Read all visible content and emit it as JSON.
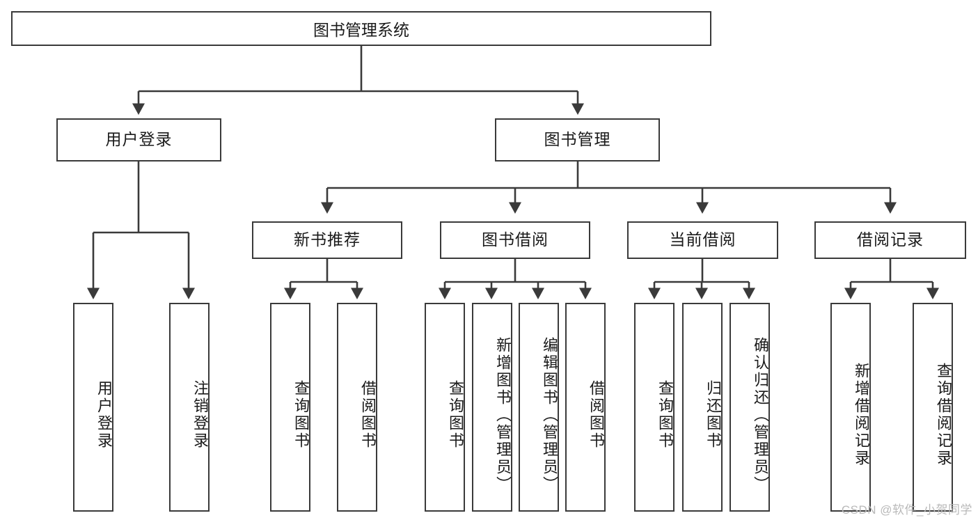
{
  "diagram": {
    "title": "图书管理系统",
    "type": "tree",
    "watermark": "CSDN @软件_小贺同学",
    "colors": {
      "box_border": "#3a3a3a",
      "box_fill": "#ffffff",
      "edge": "#3a3a3a",
      "text": "#1a1a1a",
      "watermark": "#b9b9b9"
    },
    "nodes": {
      "root": {
        "label": "图书管理系统"
      },
      "level1": [
        {
          "id": "user-login",
          "label": "用户登录"
        },
        {
          "id": "book-manage",
          "label": "图书管理"
        }
      ],
      "level2": [
        {
          "id": "new-book-recommend",
          "label": "新书推荐"
        },
        {
          "id": "book-borrow",
          "label": "图书借阅"
        },
        {
          "id": "current-borrow",
          "label": "当前借阅"
        },
        {
          "id": "borrow-record",
          "label": "借阅记录"
        }
      ],
      "leaves": {
        "user-login": [
          {
            "id": "leaf-user-login",
            "label": "用户登录"
          },
          {
            "id": "leaf-user-logout",
            "label": "注销登录"
          }
        ],
        "new-book-recommend": [
          {
            "id": "leaf-query-book-1",
            "label": "查询图书"
          },
          {
            "id": "leaf-borrow-book-1",
            "label": "借阅图书"
          }
        ],
        "book-borrow": [
          {
            "id": "leaf-query-book-2",
            "label": "查询图书"
          },
          {
            "id": "leaf-add-book",
            "label": "新增图书（管理员）"
          },
          {
            "id": "leaf-edit-book",
            "label": "编辑图书（管理员）"
          },
          {
            "id": "leaf-borrow-book-2",
            "label": "借阅图书"
          }
        ],
        "current-borrow": [
          {
            "id": "leaf-query-book-3",
            "label": "查询图书"
          },
          {
            "id": "leaf-return-book",
            "label": "归还图书"
          },
          {
            "id": "leaf-confirm-return",
            "label": "确认归还（管理员）"
          }
        ],
        "borrow-record": [
          {
            "id": "leaf-add-record",
            "label": "新增借阅记录"
          },
          {
            "id": "leaf-query-record",
            "label": "查询借阅记录"
          }
        ]
      }
    }
  }
}
